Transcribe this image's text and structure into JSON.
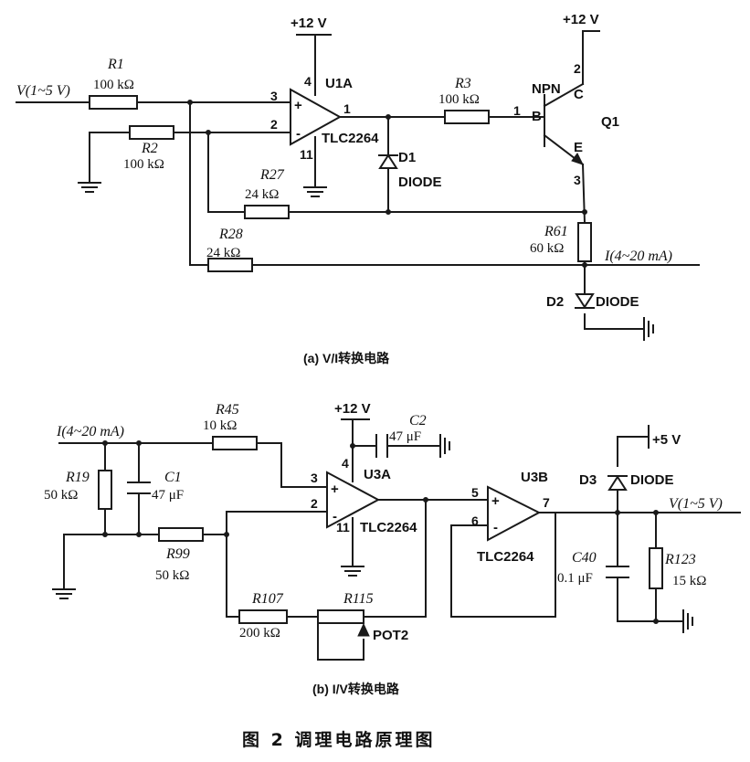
{
  "figure_caption": "图 2   调理电路原理图",
  "subfig_a": {
    "caption": "(a)  V/I转换电路",
    "input_label": "V(1~5 V)",
    "output_label": "I(4~20 mA)",
    "supply_opamp": "+12 V",
    "supply_transistor": "+12 V",
    "opamp": {
      "ref": "U1A",
      "part": "TLC2264",
      "pins": [
        "3",
        "2",
        "1",
        "4",
        "11"
      ]
    },
    "transistor": {
      "type": "NPN",
      "ref": "Q1",
      "pin_labels": [
        "B",
        "C",
        "E"
      ],
      "pins": [
        "1",
        "2",
        "3"
      ]
    },
    "resistors": [
      {
        "ref": "R1",
        "value": "100 kΩ"
      },
      {
        "ref": "R2",
        "value": "100 kΩ"
      },
      {
        "ref": "R3",
        "value": "100 kΩ"
      },
      {
        "ref": "R27",
        "value": "24 kΩ"
      },
      {
        "ref": "R28",
        "value": "24 kΩ"
      },
      {
        "ref": "R61",
        "value": "60 kΩ"
      }
    ],
    "diodes": [
      {
        "ref": "D1",
        "part": "DIODE"
      },
      {
        "ref": "D2",
        "part": "DIODE"
      }
    ]
  },
  "subfig_b": {
    "caption": "(b) I/V转换电路",
    "input_label": "I(4~20 mA)",
    "output_label": "V(1~5 V)",
    "supply_opamp": "+12 V",
    "supply_diode": "+5 V",
    "opamp1": {
      "ref": "U3A",
      "part": "TLC2264",
      "pins": [
        "3",
        "2",
        "4",
        "11"
      ]
    },
    "opamp2": {
      "ref": "U3B",
      "part": "TLC2264",
      "pins": [
        "5",
        "6",
        "7"
      ]
    },
    "resistors": [
      {
        "ref": "R45",
        "value": "10 kΩ"
      },
      {
        "ref": "R19",
        "value": "50 kΩ"
      },
      {
        "ref": "R99",
        "value": "50 kΩ"
      },
      {
        "ref": "R107",
        "value": "200 kΩ"
      },
      {
        "ref": "R115",
        "value": "POT2"
      },
      {
        "ref": "R123",
        "value": "15 kΩ"
      }
    ],
    "capacitors": [
      {
        "ref": "C1",
        "value": "47 μF"
      },
      {
        "ref": "C2",
        "value": "47 μF"
      },
      {
        "ref": "C40",
        "value": "0.1 μF"
      }
    ],
    "diodes": [
      {
        "ref": "D3",
        "part": "DIODE"
      }
    ]
  }
}
